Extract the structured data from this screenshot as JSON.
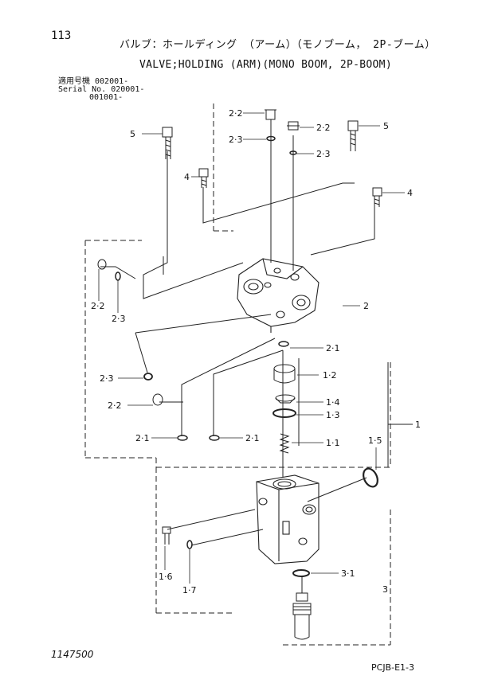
{
  "header": {
    "page_number": "113",
    "title_jp": "バルブ：ホールディング （アーム）（モノブーム， 2P-ブーム）",
    "title_en": "VALVE;HOLDING (ARM)(MONO BOOM, 2P-BOOM)"
  },
  "serial": {
    "line1": "適用号機 002001-",
    "line2": "Serial No. 020001-",
    "line3": "001001-"
  },
  "callouts": {
    "c1": "1",
    "c1_1": "1·1",
    "c1_2": "1·2",
    "c1_3": "1·3",
    "c1_4": "1·4",
    "c1_5": "1·5",
    "c1_6": "1·6",
    "c1_7": "1·7",
    "c2": "2",
    "c2_1": "2·1",
    "c2_2": "2·2",
    "c2_3": "2·3",
    "c3": "3",
    "c3_1": "3·1",
    "c4": "4",
    "c5": "5"
  },
  "footer": {
    "figure_number": "1147500",
    "page_code": "PCJB-E1-3"
  }
}
